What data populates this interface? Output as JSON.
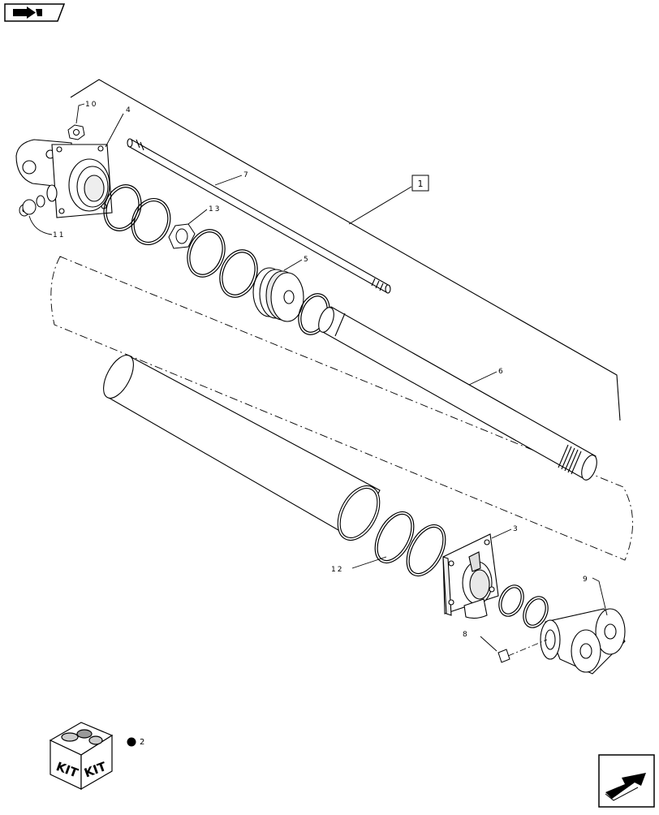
{
  "callouts": {
    "assembly": "1",
    "end_cap": "3",
    "head_cap": "4",
    "piston": "5",
    "rod": "6",
    "tie_rod": "7",
    "set_screw": "8",
    "clevis": "9",
    "nut_10": "10",
    "plug_11": "11",
    "o_ring_12": "12",
    "nut_13": "13"
  },
  "kit": {
    "label_left": "KIT",
    "label_right": "KIT",
    "bullet_ref": "2"
  },
  "icons": {
    "top_nav": "previous-page-arrow-icon",
    "bottom_nav": "next-page-arrow-icon"
  }
}
